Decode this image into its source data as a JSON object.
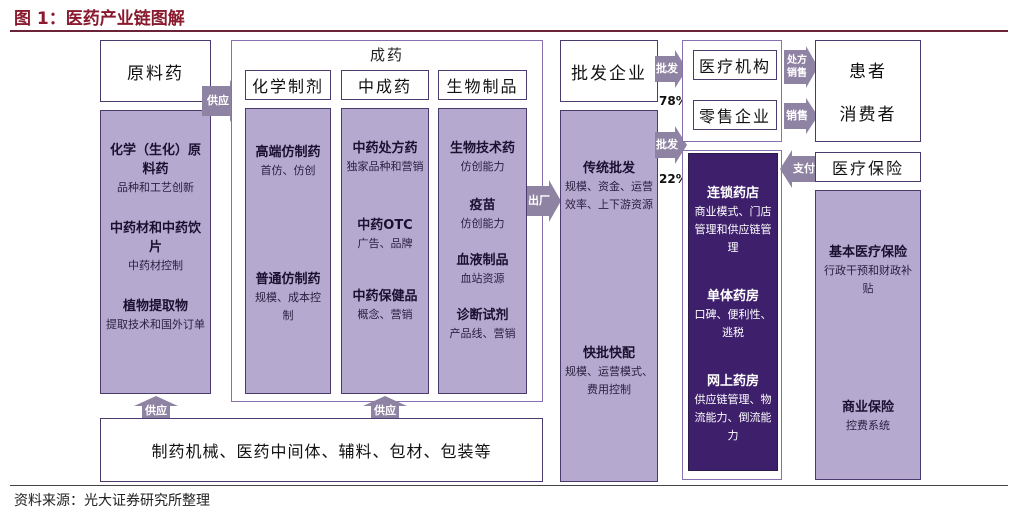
{
  "figure_title": "图 1：医药产业链图解",
  "source": "资料来源：光大证券研究所整理",
  "raw_material": {
    "header": "原料药",
    "items": [
      {
        "title": "化学（生化）原料药",
        "desc": "品种和工艺创新"
      },
      {
        "title": "中药材和中药饮片",
        "desc": "中药材控制"
      },
      {
        "title": "植物提取物",
        "desc": "提取技术和国外订单"
      }
    ]
  },
  "finished_drugs": {
    "header": "成药",
    "chemical": {
      "header": "化学制剂",
      "items": [
        {
          "title": "高端仿制药",
          "desc": "首仿、仿创"
        },
        {
          "title": "普通仿制药",
          "desc": "规模、成本控制"
        }
      ]
    },
    "tcm": {
      "header": "中成药",
      "items": [
        {
          "title": "中药处方药",
          "desc": "独家品种和营销"
        },
        {
          "title": "中药OTC",
          "desc": "广告、品牌"
        },
        {
          "title": "中药保健品",
          "desc": "概念、营销"
        }
      ]
    },
    "bio": {
      "header": "生物制品",
      "items": [
        {
          "title": "生物技术药",
          "desc": "仿创能力"
        },
        {
          "title": "疫苗",
          "desc": "仿创能力"
        },
        {
          "title": "血液制品",
          "desc": "血站资源"
        },
        {
          "title": "诊断试剂",
          "desc": "产品线、营销"
        }
      ]
    }
  },
  "wholesale": {
    "header": "批发企业",
    "items": [
      {
        "title": "传统批发",
        "desc": "规模、资金、运营效率、上下游资源"
      },
      {
        "title": "快批快配",
        "desc": "规模、运营模式、费用控制"
      }
    ]
  },
  "medical_institutions": {
    "header": "医疗机构"
  },
  "retail": {
    "header": "零售企业",
    "items": [
      {
        "title": "连锁药店",
        "desc": "商业模式、门店管理和供应链管理"
      },
      {
        "title": "单体药房",
        "desc": "口碑、便利性、逃税"
      },
      {
        "title": "网上药房",
        "desc": "供应链管理、物流能力、倒流能力"
      }
    ]
  },
  "patients": {
    "line1": "患者",
    "line2": "消费者"
  },
  "insurance": {
    "header": "医疗保险",
    "items": [
      {
        "title": "基本医疗保险",
        "desc": "行政干预和财政补贴"
      },
      {
        "title": "商业保险",
        "desc": "控费系统"
      }
    ]
  },
  "base": {
    "label": "制药机械、医药中间体、辅料、包材、包装等"
  },
  "arrows": {
    "supply": "供应",
    "supply_up_left": "供应",
    "supply_up_mid": "供应",
    "factory": "出厂",
    "wholesale_top": "批发",
    "wholesale_bottom": "批发",
    "pct_top": "78%",
    "pct_bottom": "22%",
    "prescription_sales": "处方销售",
    "sales": "销售",
    "pay": "支付"
  },
  "colors": {
    "light_purple": "#b6a9cf",
    "dark_purple": "#3e1f6b",
    "arrow": "#8f83a3",
    "title": "#8a1a2e"
  }
}
